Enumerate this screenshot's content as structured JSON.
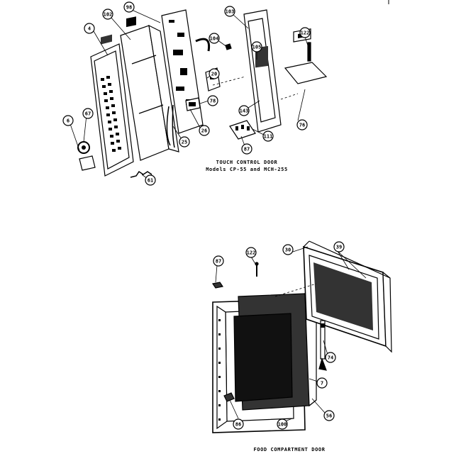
{
  "diagram": {
    "assemblies": [
      {
        "id": "touch-control-door",
        "caption_line1": "TOUCH CONTROL DOOR",
        "caption_line2": "Models CP-55 and MCH-255",
        "callouts": [
          "4",
          "102",
          "98",
          "103",
          "104",
          "105",
          "122",
          "20",
          "78",
          "76",
          "143",
          "111",
          "67",
          "26",
          "25",
          "87",
          "6",
          "61"
        ]
      },
      {
        "id": "food-compartment-door",
        "caption_line1": "FOOD COMPARTMENT DOOR",
        "callouts": [
          "87",
          "122",
          "30",
          "39",
          "74",
          "7",
          "56",
          "100",
          "86"
        ]
      }
    ],
    "colors": {
      "ink": "#000000",
      "paper": "#ffffff",
      "shade": "#333333"
    }
  }
}
